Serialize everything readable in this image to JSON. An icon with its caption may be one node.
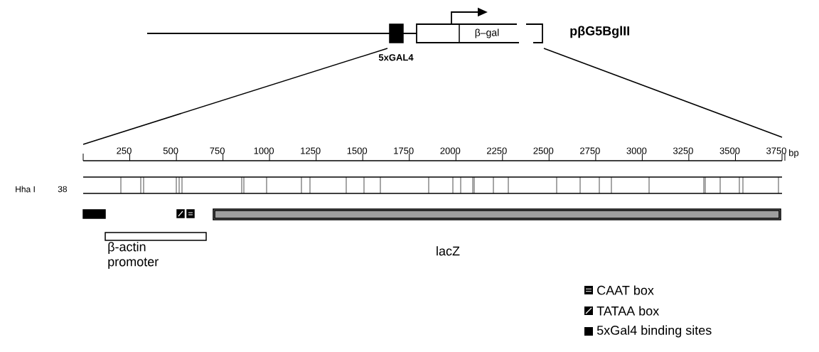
{
  "diagram": {
    "nodes": [
      {
        "text": [],
        "shape": "box",
        "beside": [
          "5xGAL4"
        ]
      },
      {
        "text": [
          "β–gal"
        ]
      },
      {
        "text": [],
        "shape": "box"
      },
      {
        "text": [],
        "shape": "box"
      },
      {
        "text": [],
        "shape": "box"
      },
      {
        "text": [],
        "shape": "bar",
        "beside": [
          "lacZ"
        ]
      },
      {
        "text": [],
        "shape": "box",
        "beside": [
          "β-actin promoter"
        ]
      }
    ],
    "labels": [
      "pβG5BglII",
      "250",
      "500",
      "750",
      "1000",
      "1250",
      "1500",
      "1750",
      "2000",
      "2250",
      "2500",
      "2750",
      "3000",
      "3250",
      "3500",
      "3750",
      "bp",
      "Hha I",
      "38"
    ],
    "legend": [
      {
        "text": "CAAT box"
      },
      {
        "text": "TATAA box"
      },
      {
        "text": "5xGal4 binding sites",
        "color": "#000000"
      }
    ]
  }
}
